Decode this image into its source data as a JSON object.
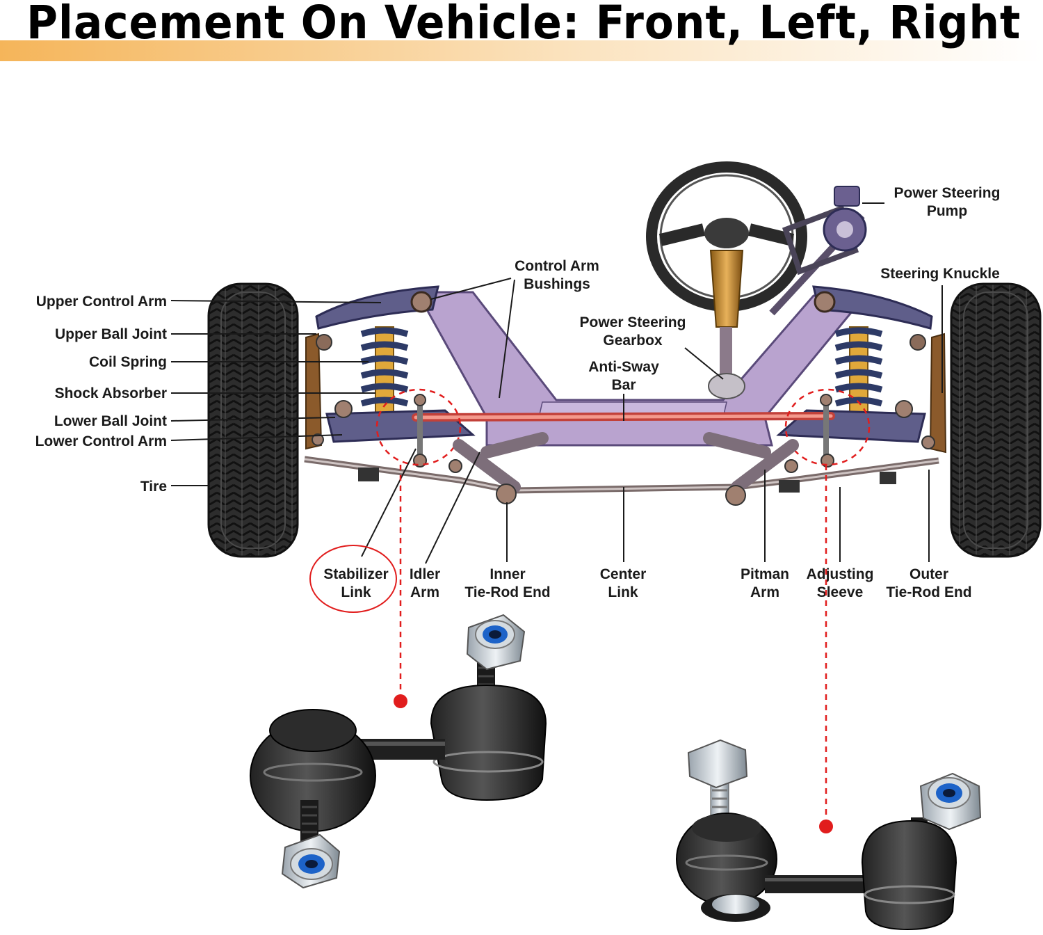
{
  "title": "Placement On Vehicle: Front, Left, Right",
  "colors": {
    "title_band_start": "#f5b55a",
    "highlight_red": "#e11d1d",
    "frame_purple": "#b9a3cf",
    "antisway_red": "#f07a6a",
    "tire_dark": "#2a2a2a"
  },
  "labels": {
    "upper_control_arm": "Upper Control Arm",
    "upper_ball_joint": "Upper Ball Joint",
    "coil_spring": "Coil Spring",
    "shock_absorber": "Shock Absorber",
    "lower_ball_joint": "Lower Ball Joint",
    "lower_control_arm": "Lower Control Arm",
    "tire": "Tire",
    "control_arm_bushings": [
      "Control Arm",
      "Bushings"
    ],
    "power_steering_gearbox": [
      "Power Steering",
      "Gearbox"
    ],
    "anti_sway_bar": [
      "Anti-Sway",
      "Bar"
    ],
    "power_steering_pump": [
      "Power Steering",
      "Pump"
    ],
    "steering_knuckle": "Steering Knuckle",
    "stabilizer_link": [
      "Stabilizer",
      "Link"
    ],
    "idler_arm": [
      "Idler",
      "Arm"
    ],
    "inner_tie_rod_end": [
      "Inner",
      "Tie-Rod End"
    ],
    "center_link": [
      "Center",
      "Link"
    ],
    "pitman_arm": [
      "Pitman",
      "Arm"
    ],
    "adjusting_sleeve": [
      "Adjusting",
      "Sleeve"
    ],
    "outer_tie_rod_end": [
      "Outer",
      "Tie-Rod End"
    ]
  },
  "icons": [
    "tire-icon",
    "steering-wheel-icon",
    "power-steering-pump-icon",
    "coil-spring-icon",
    "stabilizer-link-part-icon",
    "nut-icon"
  ]
}
